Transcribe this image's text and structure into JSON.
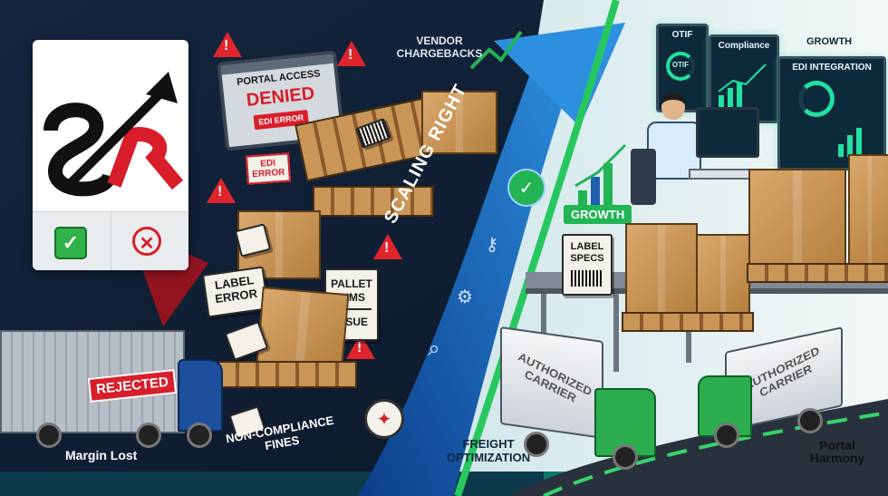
{
  "logo": {
    "text": "SR"
  },
  "logo_actions": {
    "approve_symbol": "✓",
    "reject_symbol": "✕"
  },
  "labels": {
    "portal_access": "PORTAL ACCESS",
    "denied": "DENIED",
    "edi_error_top": "EDI ERROR",
    "edi_error_mid": "EDI\nERROR",
    "vendor_chargebacks": "VENDOR\nCHARGEBACKS",
    "label_error": "LABEL\nERROR",
    "pallet_dims": "PALLET\nDIMS",
    "issue": "ISSUE",
    "rejected": "REJECTED",
    "margin_lost": "Margin Lost",
    "non_compliance_fines": "NON-COMPLIANCE\nFINES",
    "scaling_right": "SCALING RIGHT",
    "freight_optimization": "FREIGHT\nOPTIMIZATION",
    "growth_banner": "GROWTH",
    "growth_top": "GROWTH",
    "label_specs": "LABEL\nSPECS",
    "otif": "OTIF",
    "otif_inner": "OTIF",
    "compliance": "Compliance",
    "edi_integration": "EDI INTEGRATION",
    "authorized_carrier_1": "AUTHORIZED\nCARRIER",
    "authorized_carrier_2": "AUTHORIZED\nCARRIER",
    "portal_harmony": "Portal\nHarmony"
  },
  "colors": {
    "problem_bg": "#0f1e33",
    "solution_bg": "#eef6f6",
    "arrow_blue": "#1f5fb0",
    "accent_green": "#22b455",
    "alert_red": "#e0242c"
  },
  "arrow_icons": [
    "check-icon",
    "key-icon",
    "gears-icon",
    "magnifier-icon",
    "compass-icon"
  ]
}
